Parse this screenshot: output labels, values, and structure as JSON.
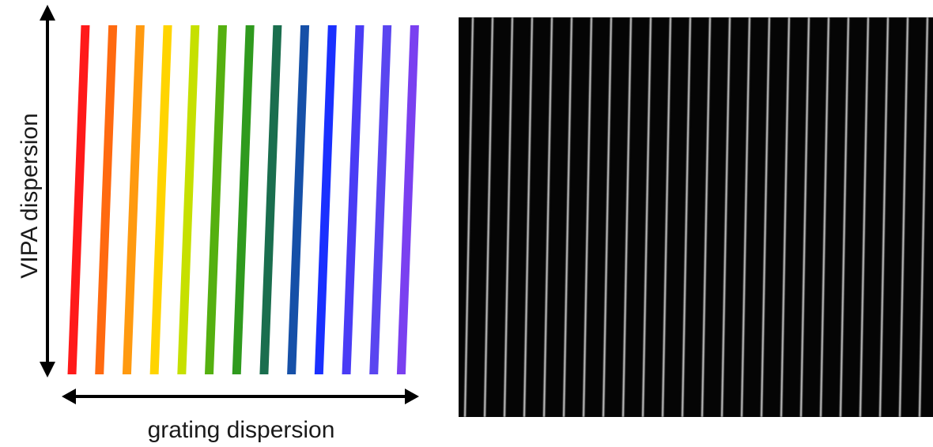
{
  "diagram": {
    "y_axis_label": "VIPA dispersion",
    "x_axis_label": "grating dispersion",
    "stripes": [
      {
        "color": "#ff1a1a"
      },
      {
        "color": "#ff6a10"
      },
      {
        "color": "#ff9a10"
      },
      {
        "color": "#ffd400"
      },
      {
        "color": "#c6e000"
      },
      {
        "color": "#55b010"
      },
      {
        "color": "#2f9a1e"
      },
      {
        "color": "#1a6e4e"
      },
      {
        "color": "#1650a8"
      },
      {
        "color": "#1a30ff"
      },
      {
        "color": "#4a3cf5"
      },
      {
        "color": "#5a46f0"
      },
      {
        "color": "#7a40f0"
      }
    ]
  },
  "camera_image": {
    "background_color": "#050505",
    "fringe_color": "#d8d8d8",
    "fringe_count": 24
  }
}
